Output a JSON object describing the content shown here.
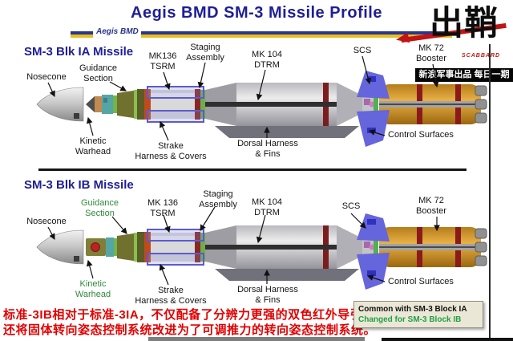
{
  "header": {
    "title": "Aegis BMD SM-3 Missile Profile",
    "banner_label": "Aegis BMD",
    "logo_text": "出鞘",
    "logo_subtext": "SCABBARD",
    "credit": "新浪军事出品 每日一期"
  },
  "missiles": [
    {
      "title": "SM-3 Blk IA Missile",
      "labels": {
        "nosecone": "Nosecone",
        "guidance": "Guidance\nSection",
        "mk136": "MK136\nTSRM",
        "staging": "Staging\nAssembly",
        "mk104": "MK 104\nDTRM",
        "scs": "SCS",
        "mk72": "MK 72\nBooster",
        "kinetic": "Kinetic\nWarhead",
        "strake": "Strake\nHarness & Covers",
        "dorsal": "Dorsal Harness\n& Fins",
        "control": "Control Surfaces"
      }
    },
    {
      "title": "SM-3 Blk IB Missile",
      "labels": {
        "nosecone": "Nosecone",
        "guidance": "Guidance\nSection",
        "mk136": "MK 136\nTSRM",
        "staging": "Staging\nAssembly",
        "mk104": "MK 104\nDTRM",
        "scs": "SCS",
        "mk72": "MK 72\nBooster",
        "kinetic": "Kinetic\nWarhead",
        "strake": "Strake\nHarness & Covers",
        "dorsal": "Dorsal Harness\n& Fins",
        "control": "Control Surfaces"
      }
    }
  ],
  "footer": {
    "note_line1": "标准-3IB相对于标准-3IA，不仅配备了分辨力更强的双色红外导引头，",
    "note_line2": "还将固体转向姿态控制系统改进为了可调推力的转向姿态控制系统。",
    "legend": {
      "common": "Common with SM-3 Block IA",
      "changed": "Changed for SM-3 Block IB"
    }
  },
  "colors": {
    "title_blue": "#1e1e96",
    "label_green": "#2e8b3a",
    "note_red": "#e30000",
    "legend_green": "#22a045",
    "booster_orange": "#d99b2a",
    "fin_blue": "#6565dc",
    "banner_blue": "#2a3590",
    "banner_yellow": "#e6bf1e",
    "swoosh_red": "#c11414"
  }
}
